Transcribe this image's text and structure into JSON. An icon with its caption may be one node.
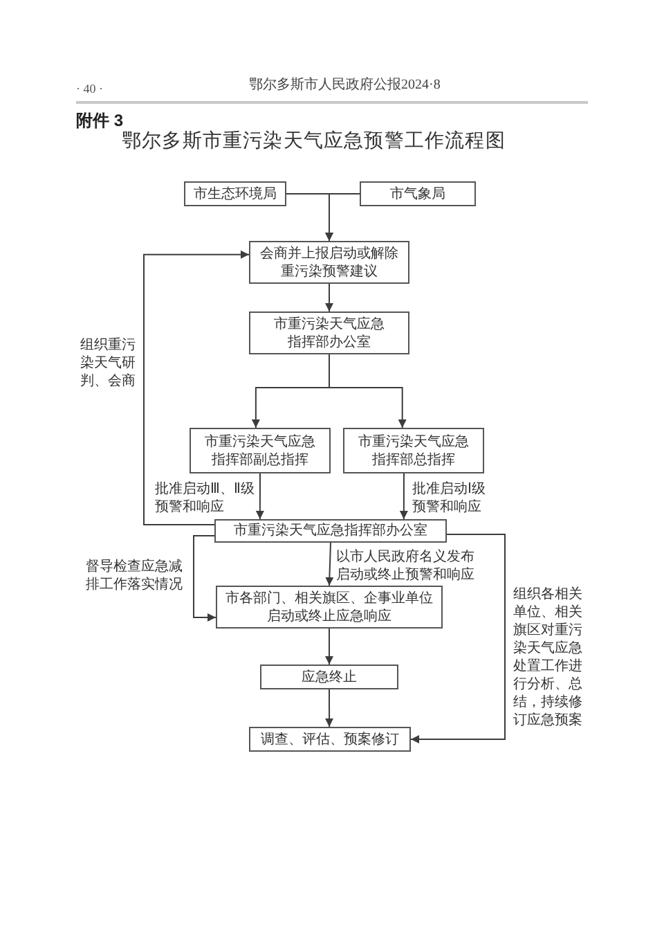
{
  "diagram": {
    "title": "鄂尔多斯市重污染天气应急预警工作流程图",
    "nodes": [
      {
        "text": [
          "市生态环境局"
        ]
      },
      {
        "text": [
          "市气象局"
        ]
      },
      {
        "text": [
          "会商并上报启动或解除重污染预警建议"
        ]
      },
      {
        "text": [
          "市重污染天气应急指挥部办公室"
        ]
      },
      {
        "text": [
          "市重污染天气应急指挥部副总指挥"
        ]
      },
      {
        "text": [
          "市重污染天气应急指挥部总指挥"
        ]
      },
      {
        "text": [
          "市重污染天气应急指挥部办公室"
        ]
      },
      {
        "text": [
          "市各部门、相关旗区、企事业单位启动或终止应急响应"
        ]
      },
      {
        "text": [
          "应急终止"
        ]
      },
      {
        "text": [
          "调查、评估、预案修订"
        ]
      }
    ],
    "edges": [
      {
        "from": 0,
        "to": 2,
        "arrow": "to"
      },
      {
        "from": 1,
        "to": 2,
        "arrow": "to"
      },
      {
        "from": 2,
        "to": 3,
        "arrow": "to"
      },
      {
        "from": 3,
        "to": 4,
        "arrow": "to"
      },
      {
        "from": 3,
        "to": 5,
        "arrow": "to"
      },
      {
        "from": 4,
        "to": 6,
        "arrow": "to",
        "label": "批准启动Ⅲ、Ⅱ级预警和响应"
      },
      {
        "from": 5,
        "to": 6,
        "arrow": "to",
        "label": "批准启动Ⅰ级预警和响应"
      },
      {
        "from": 6,
        "to": 2,
        "arrow": "to",
        "label": "组织重污染天气研判、会商"
      },
      {
        "from": 6,
        "to": 7,
        "arrow": "to",
        "label": "督导检查应急减排工作落实情况"
      },
      {
        "from": 6,
        "to": 7,
        "arrow": "to",
        "label": "以市人民政府名义发布启动或终止预警和响应"
      },
      {
        "from": 7,
        "to": 8,
        "arrow": "to"
      },
      {
        "from": 8,
        "to": 9,
        "arrow": "to"
      },
      {
        "from": 6,
        "to": 9,
        "arrow": "to",
        "label": "组织各相关单位、相关旗区对重污染天气应急处置工作进行分析、总结，持续修订应急预案"
      }
    ],
    "labels": [
      "· 40 ·",
      "鄂尔多斯市人民政府公报2024·8",
      "附件 3"
    ]
  }
}
